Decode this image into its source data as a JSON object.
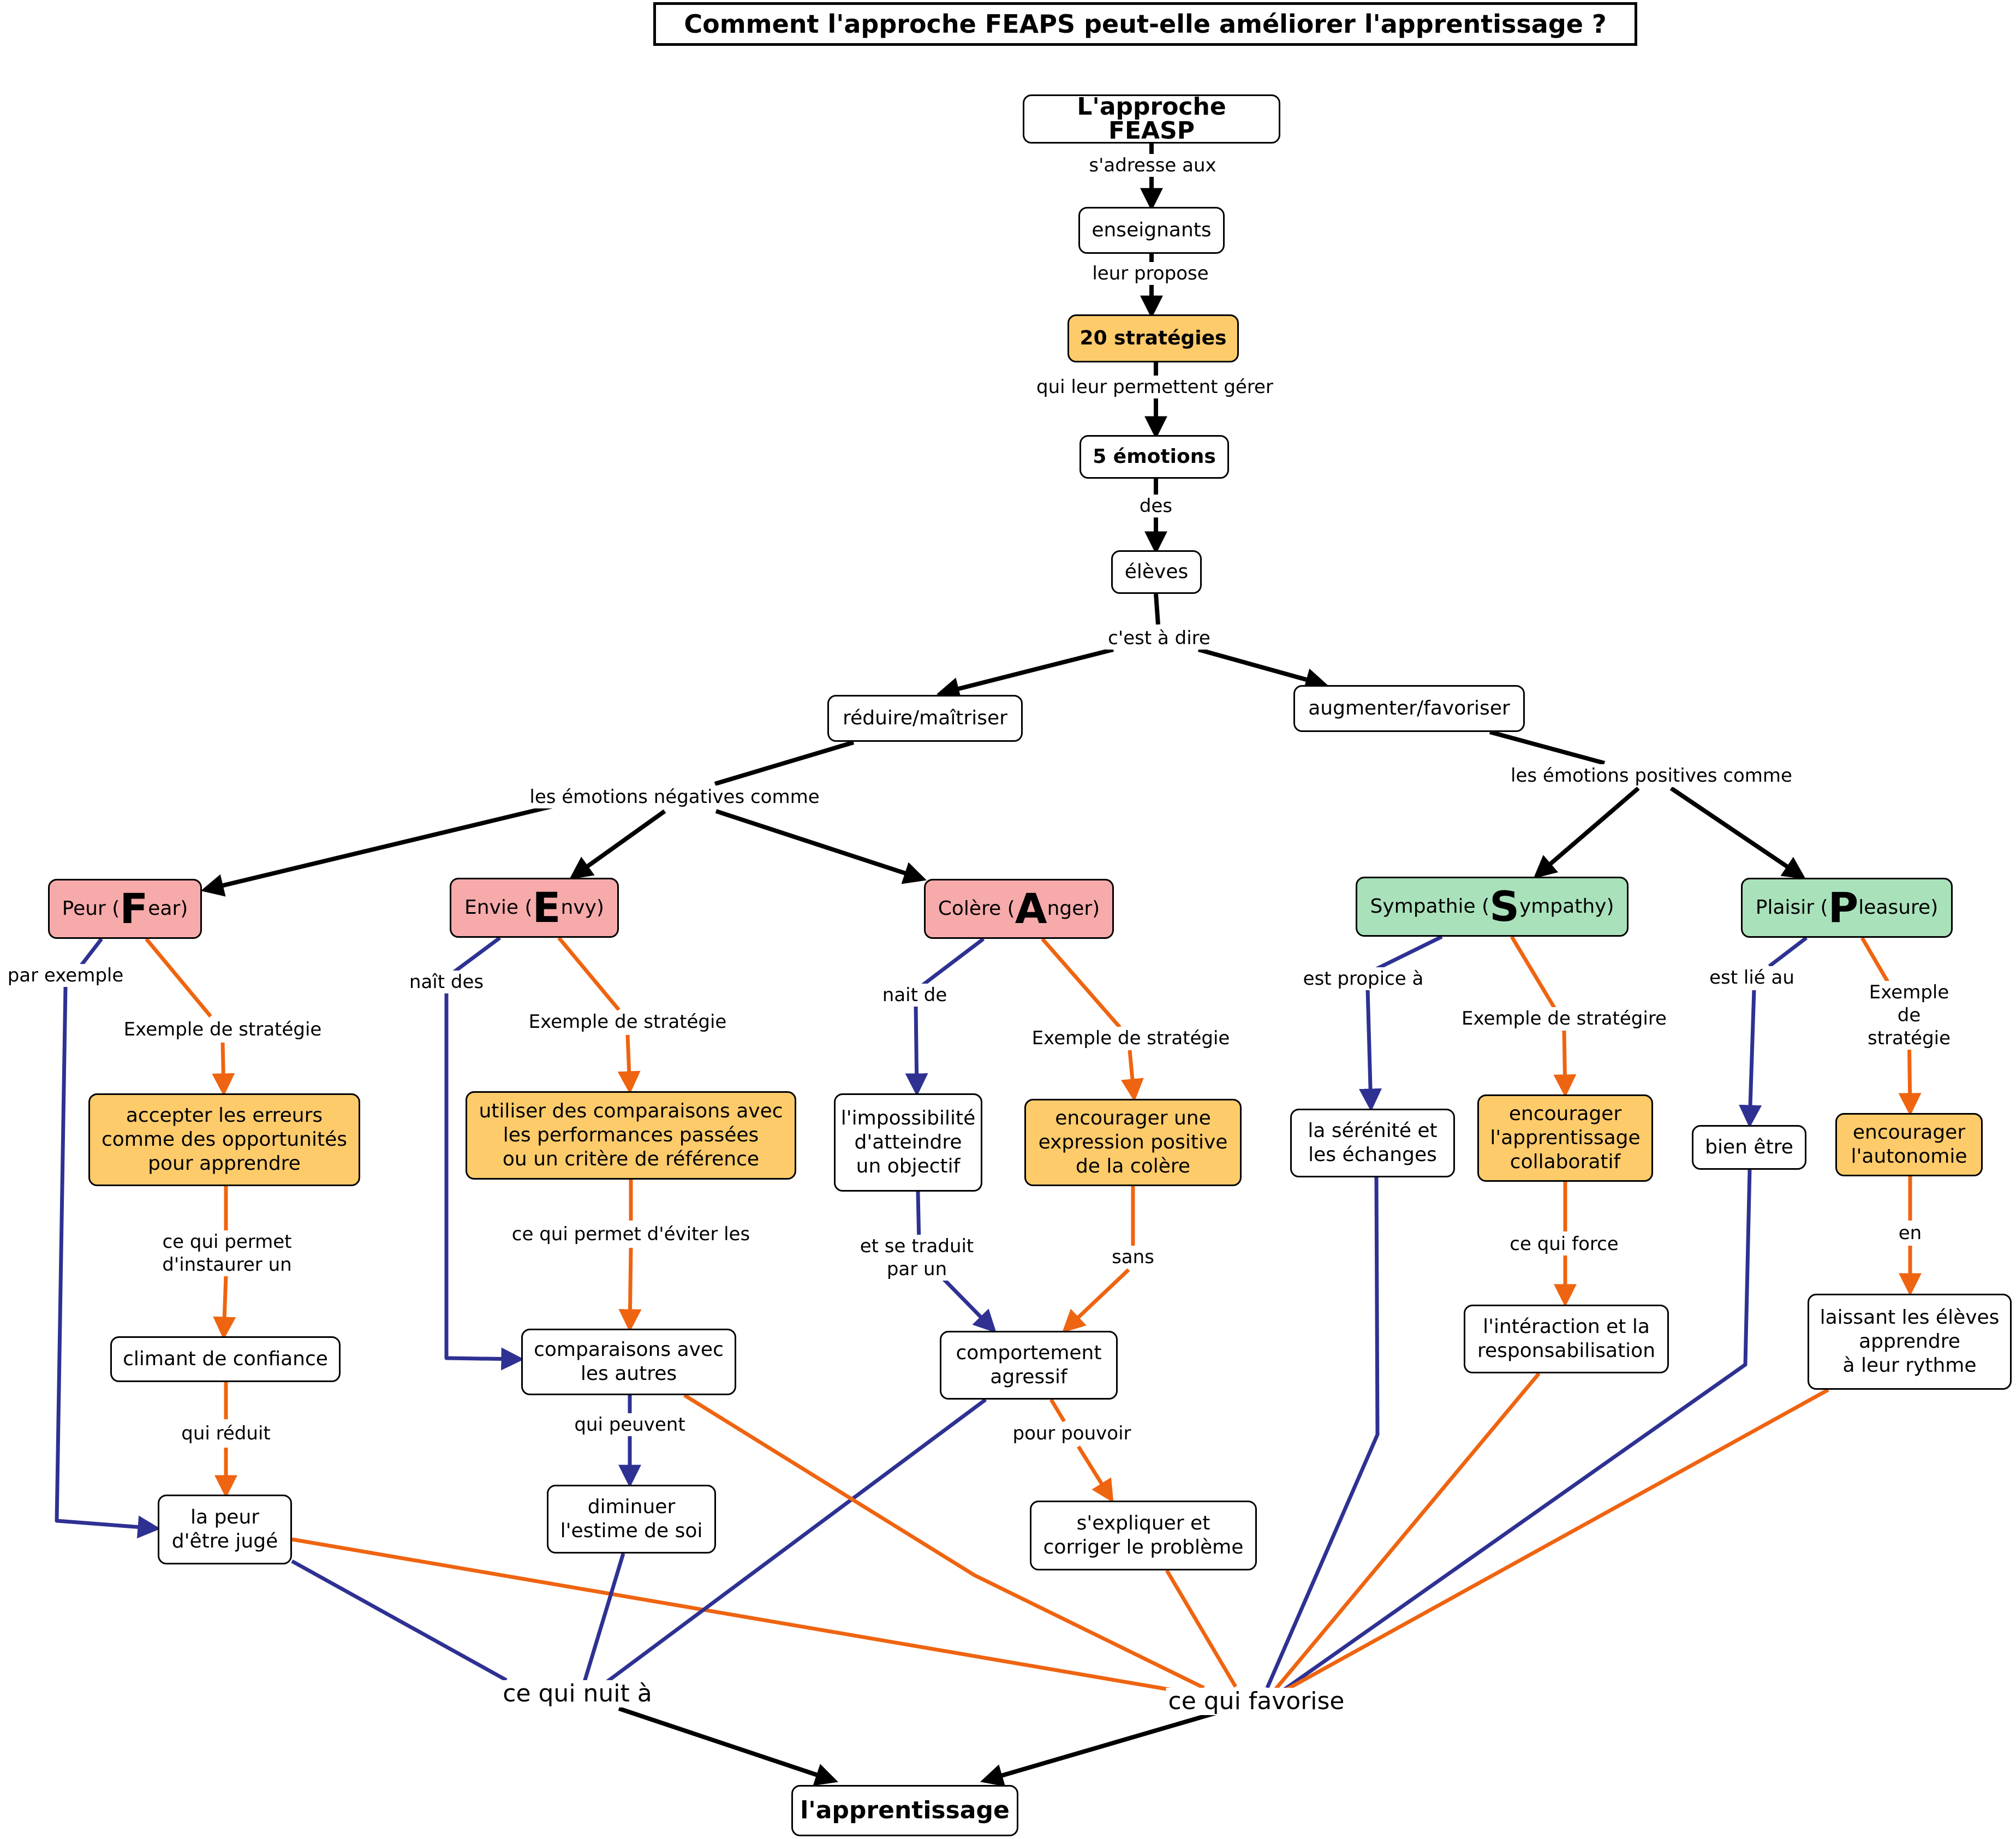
{
  "title": "Comment l'approche FEAPS peut-elle améliorer l'apprentissage  ?",
  "colors": {
    "dark": "#000000",
    "blue": "#2e3192",
    "orange": "#ef6410",
    "yellow": "#fecb6b",
    "pink": "#f6aaaa",
    "green": "#a9e1bb"
  },
  "nodes": {
    "feasp": "L'approche FEASP",
    "enseignants": "enseignants",
    "strategies": "20 stratégies",
    "emotions": "5 émotions",
    "eleves": "élèves",
    "reduire": "réduire/maîtriser",
    "augmenter": "augmenter/favoriser",
    "peur": {
      "pre": "Peur (",
      "letter": "F",
      "post": "ear)"
    },
    "envie": {
      "pre": "Envie (",
      "letter": "E",
      "post": "nvy)"
    },
    "colere": {
      "pre": "Colère (",
      "letter": "A",
      "post": "nger)"
    },
    "sympathie": {
      "pre": "Sympathie (",
      "letter": "S",
      "post": "ympathy)"
    },
    "plaisir": {
      "pre": "Plaisir (",
      "letter": "P",
      "post": "leasure)"
    },
    "accepter": "accepter les erreurs\ncomme des opportunités\npour apprendre",
    "utiliser": "utiliser des comparaisons avec\nles performances passées\nou un critère de référence",
    "impossibilite": "l'impossibilité\nd'atteindre\nun objectif",
    "exprimer": "encourager une\nexpression positive\nde la colère",
    "serenite": " la sérénité et\nles échanges",
    "collaboratif": "encourager\nl'apprentissage\ncollaboratif",
    "bienetre": "bien être",
    "autonomie": "encourager\nl'autonomie",
    "climant": "climant de confiance",
    "comparaisons": "comparaisons avec\nles autres",
    "comportement": "comportement\nagressif",
    "interaction": "l'intéraction et la\nresponsabilisation",
    "laissant": "laissant les élèves\napprendre\nà leur rythme",
    "peurjuge": "la peur\nd'être jugé",
    "diminuer": "diminuer\nl'estime de soi",
    "expliquer": "s'expliquer et\ncorriger le problème",
    "apprentissage": "l'apprentissage"
  },
  "labels": {
    "sadresse": "s'adresse aux",
    "propose": "leur propose",
    "permettent": "qui leur permettent gérer",
    "des": "des",
    "cestadire": "c'est à dire",
    "negatives": "les émotions négatives comme",
    "positives": "les émotions positives comme",
    "parexemple": "par exemple",
    "ex_f": "Exemple de stratégie",
    "naitdes": "naît des",
    "ex_e": "Exemple de stratégie",
    "naitde": "nait de",
    "ex_a": "Exemple de stratégie",
    "propice": "est propice à",
    "ex_s": "Exemple de stratégire",
    "lie": "est lié au",
    "ex_p": "Exemple de stratégie",
    "permet": "ce qui permet\nd'instaurer un",
    "eviter": "ce qui permet d'éviter les",
    "traduit": "et se traduit\npar un",
    "sans": "sans",
    "force": "ce qui force",
    "en": "en",
    "reduit": "qui réduit",
    "peuvent": "qui peuvent",
    "pouvoir": "pour pouvoir",
    "nuit": "ce qui nuit à",
    "favorise": "ce qui favorise"
  }
}
